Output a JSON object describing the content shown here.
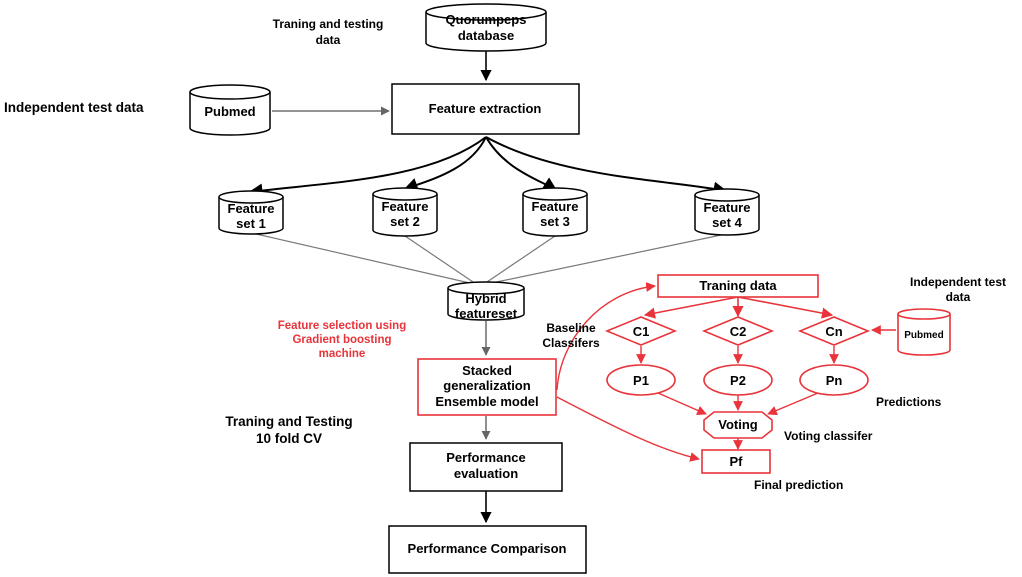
{
  "labels": {
    "training_testing_data_l1": "Traning  and testing",
    "training_testing_data_l2": "data",
    "independent_test_data": "Independent test data",
    "feature_selection_l1": "Feature selection using",
    "feature_selection_l2": "Gradient boosting",
    "feature_selection_l3": "machine",
    "training_testing_cv_l1": "Traning and Testing",
    "training_testing_cv_l2": "10 fold CV",
    "baseline_l1": "Baseline",
    "baseline_l2": "Classifers",
    "independent_test_data_right_l1": "Independent test",
    "independent_test_data_right_l2": "data",
    "predictions": "Predictions",
    "voting_classifier": "Voting  classifer",
    "final_prediction": "Final prediction"
  },
  "nodes": {
    "quorumpeps_l1": "Quorumpeps",
    "quorumpeps_l2": "database",
    "pubmed": "Pubmed",
    "feature_extraction": "Feature extraction",
    "feature_sets": [
      {
        "l1": "Feature",
        "l2": "set 1"
      },
      {
        "l1": "Feature",
        "l2": "set 2"
      },
      {
        "l1": "Feature",
        "l2": "set 3"
      },
      {
        "l1": "Feature",
        "l2": "set 4"
      }
    ],
    "hybrid_l1": "Hybrid",
    "hybrid_l2": "featureset",
    "stacked_l1": "Stacked",
    "stacked_l2": "generalization",
    "stacked_l3": "Ensemble model",
    "performance_eval_l1": "Performance",
    "performance_eval_l2": "evaluation",
    "performance_comparison": "Performance Comparison",
    "training_data": "Traning data",
    "classifiers": [
      "C1",
      "C2",
      "Cn"
    ],
    "predictions": [
      "P1",
      "P2",
      "Pn"
    ],
    "voting": "Voting",
    "pf": "Pf",
    "pubmed_right": "Pubmed"
  },
  "colors": {
    "black": "#000000",
    "red": "#e8343a",
    "gray_line": "#7a7a7a"
  }
}
